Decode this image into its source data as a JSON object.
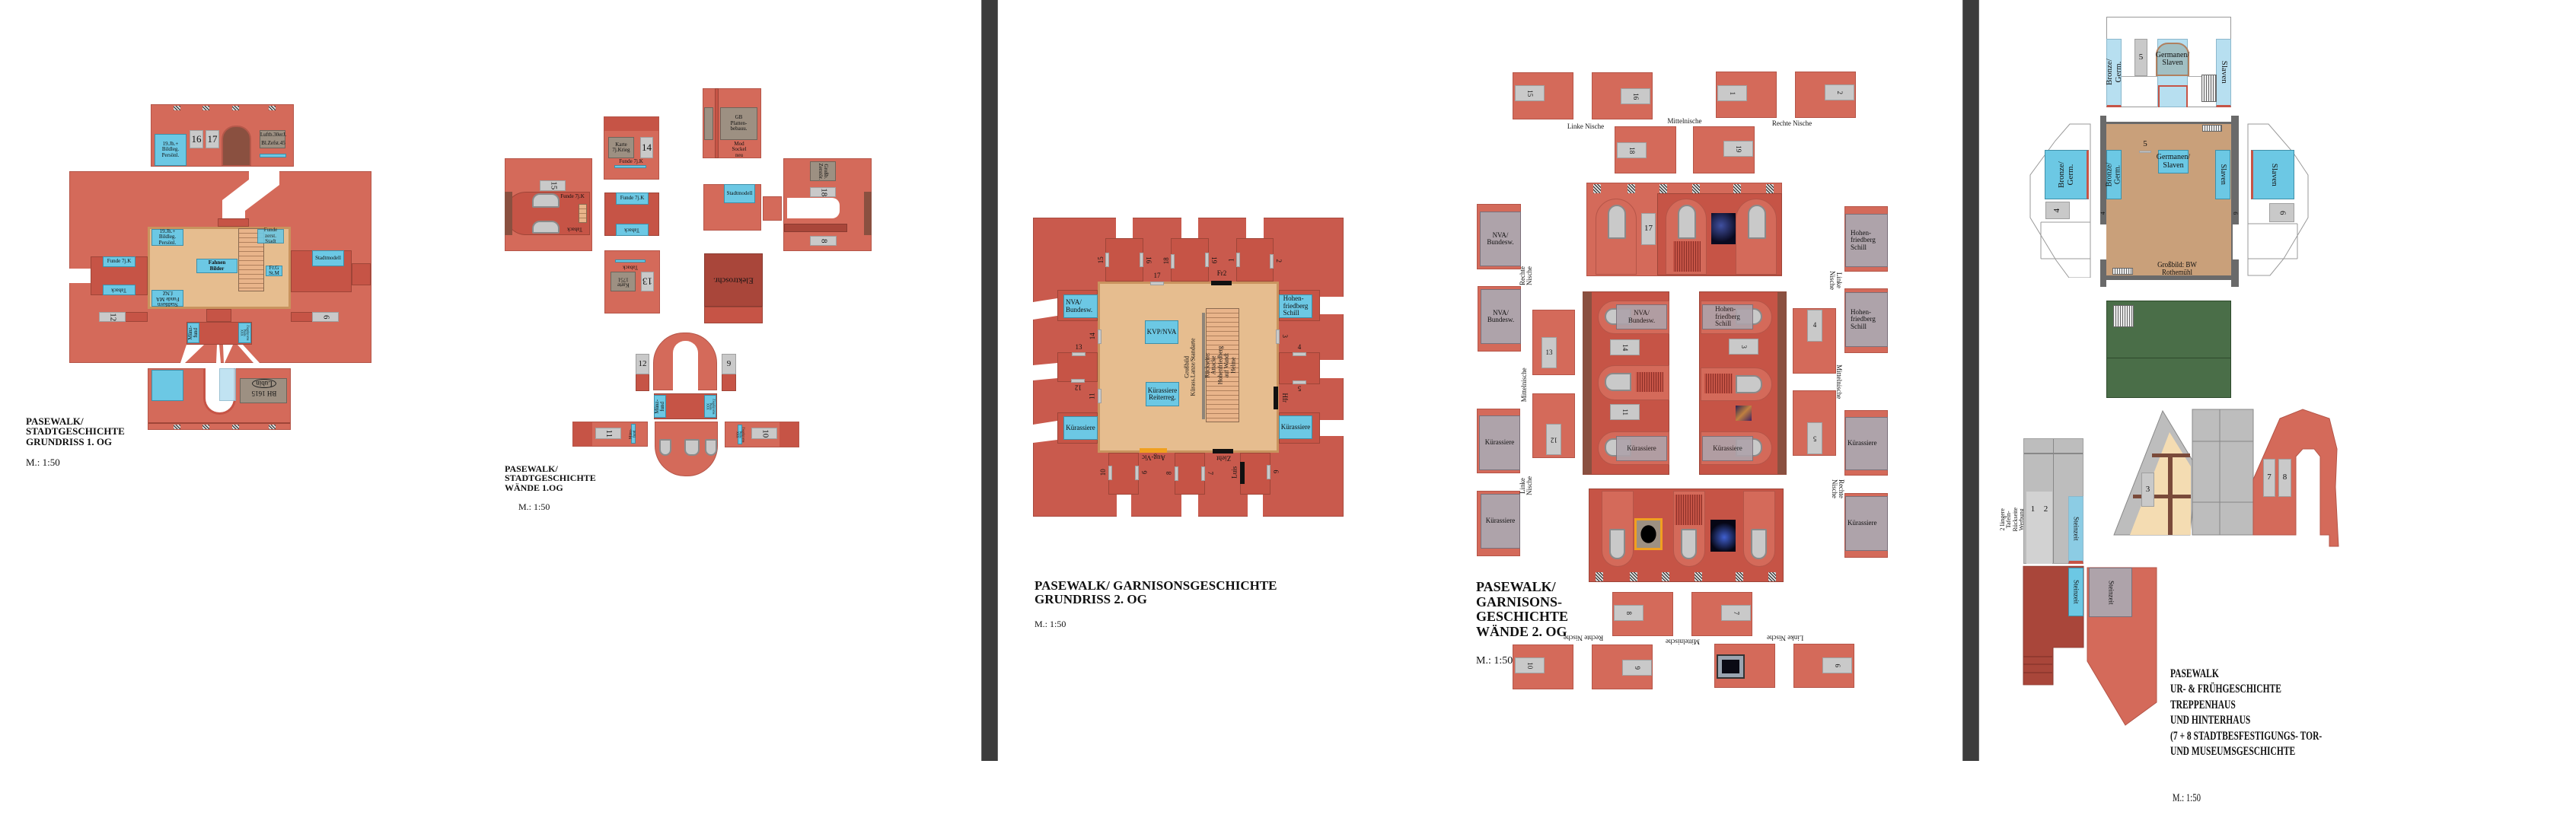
{
  "sheet1": {
    "title": "PASEWALK/\nSTADTGESCHICHTE\nGRUNDRISS 1. OG",
    "scale": "M.: 1:50",
    "top_wall": {
      "persoenl": "19.Jh.+\nBildleg.\nPersönl.",
      "n16": "16",
      "n17": "17",
      "luftb": "Luftb.30erJ.",
      "bizefst": "Bl.Zefst.45"
    },
    "room": {
      "persoenl": "19.Jh.+\nBildleg.\nPersönl.",
      "funde_zerst": "Funde\nzerst.\nStadt",
      "fahnen": "Fahnen\nBilder",
      "frg": "Fr.G\nSt.M",
      "stadtkern": "Stadtkern\nFunde MA\nf.NZ"
    },
    "left_annex": {
      "funde": "Funde 7j.K",
      "taback": "Taback"
    },
    "right_annex": {
      "stadtmodell": "Stadtmodell"
    },
    "n12": "12",
    "n6": "6",
    "bottom_annex": {
      "muenz": "Münz-\nfund",
      "ziegel": "Ziegelgrama\nWeste\nXXX"
    },
    "bottom_wall": {
      "bh": "BH 1615",
      "lubin": "Lubin"
    }
  },
  "sheet2": {
    "title": "PASEWALK/\nSTADTGESCHICHTE\nWÄNDE 1.OG",
    "scale": "M.: 1:50",
    "w15": {
      "n": "15",
      "funde": "Funde 7j.K",
      "taback": "Taback"
    },
    "w14": {
      "karte": "Karte\n7j.Krieg",
      "n": "14",
      "funde": "Funde 7j.K"
    },
    "wmid": {
      "funde": "Funde 7j.K",
      "taback": "Taback"
    },
    "w13": {
      "taback": "Taback",
      "karte": "Karte\n1751",
      "n": "13"
    },
    "wgb": {
      "gb": "GB\nPlatten-\nbebauu.",
      "mod": "Mod\nSockel\nneu"
    },
    "wstadt": {
      "stadtmodell": "Stadtmodell"
    },
    "w18": {
      "grossb": "Großb.\nZerstör.",
      "n18": "18",
      "n8": "8"
    },
    "welektro": {
      "label": "Elektroschr."
    },
    "n12": "12",
    "n9": "9",
    "muenz": "Münz-\nfund",
    "ziegel": "Ziegelgrama\nWeste\nXXX",
    "n11": "11",
    "n10": "10"
  },
  "sheet3": {
    "title": "PASEWALK/ GARNISONSGESCHICHTE\nGRUNDRISS 2. OG",
    "scale": "M.: 1:50",
    "nva": "NVA/\nBundesw.",
    "hohen": "Hohen-\nfriedberg\nSchill",
    "kuer_left": "Kürassiere",
    "kuer_right": "Kürassiere",
    "kvp": "KVP/NVA",
    "kuer_reiter": "Kürassiere\nReiterreg.",
    "grossbild": "Großbild\nKürass.Lanze/Standarte",
    "rueckseite": "Rückseite: Attacke Hohenfriedberg\nauf Wand: Helme",
    "nums": {
      "n15": "15",
      "n16": "16",
      "n18": "18",
      "n19": "19",
      "n1": "1",
      "n2": "2",
      "n17": "17",
      "fr2": "Fr2",
      "n14": "14",
      "n13": "13",
      "n12": "12",
      "n11": "11",
      "n3": "3",
      "n4": "4",
      "n5": "5",
      "hfr": "Hfr",
      "n10": "10",
      "n9": "9",
      "n8": "8",
      "n7": "7",
      "n6": "6",
      "augvic": "Aug-Vic",
      "zieht": "Zieht",
      "luis": "Luis"
    }
  },
  "sheet4": {
    "title": "PASEWALK/\nGARNISONS-\nGESCHICHTE\nWÄNDE 2. OG",
    "scale": "M.: 1:50",
    "labels": {
      "linke": "Linke Nische",
      "mittel": "Mittelnische",
      "rechte": "Rechte Nische"
    },
    "n": {
      "n15": "15",
      "n16": "16",
      "n1": "1",
      "n2": "2",
      "n18": "18",
      "n19": "19",
      "n17": "17",
      "n13": "13",
      "n14": "14",
      "n3": "3",
      "n4": "4",
      "n11": "11",
      "n12": "12",
      "n5": "5",
      "n8": "8",
      "n7": "7",
      "n10": "10",
      "n9": "9",
      "n6": "6"
    },
    "nva": "NVA/\nBundesw.",
    "hohen": "Hohen-\nfriedberg\nSchill",
    "kuer": "Kürassiere"
  },
  "sheet5": {
    "title": "PASEWALK\nUR- & FRÜHGESCHICHTE\nTREPPENHAUS\nUND HINTERHAUS\n(7 + 8 STADTBESFESTIGUNGS- TOR-\nUND MUSEUMSGESCHICHTE",
    "scale": "M.: 1:50",
    "bronze": "Bronze/\nGerm.",
    "germanen": "Germanen/\nSlaven",
    "slaven": "Slaven",
    "n5": "5",
    "n4": "4",
    "n6": "6",
    "grossbild": "Großbild: BW Rothemühl",
    "tafeln": "2 längere Tafeln-\nRückseite Werbung",
    "n1": "1",
    "n2": "2",
    "n3": "3",
    "n7": "7",
    "n8": "8",
    "steinzeit": "Steinzeit"
  },
  "colors": {
    "wall": "#d46a5a",
    "wall_dark": "#c65446",
    "display": "#6cc8e4",
    "floor": "#e6bd8f",
    "panel": "#c9c9c9",
    "separator": "#3c3c3c",
    "floor_brown": "#c9a07a",
    "green": "#4a6e48"
  }
}
